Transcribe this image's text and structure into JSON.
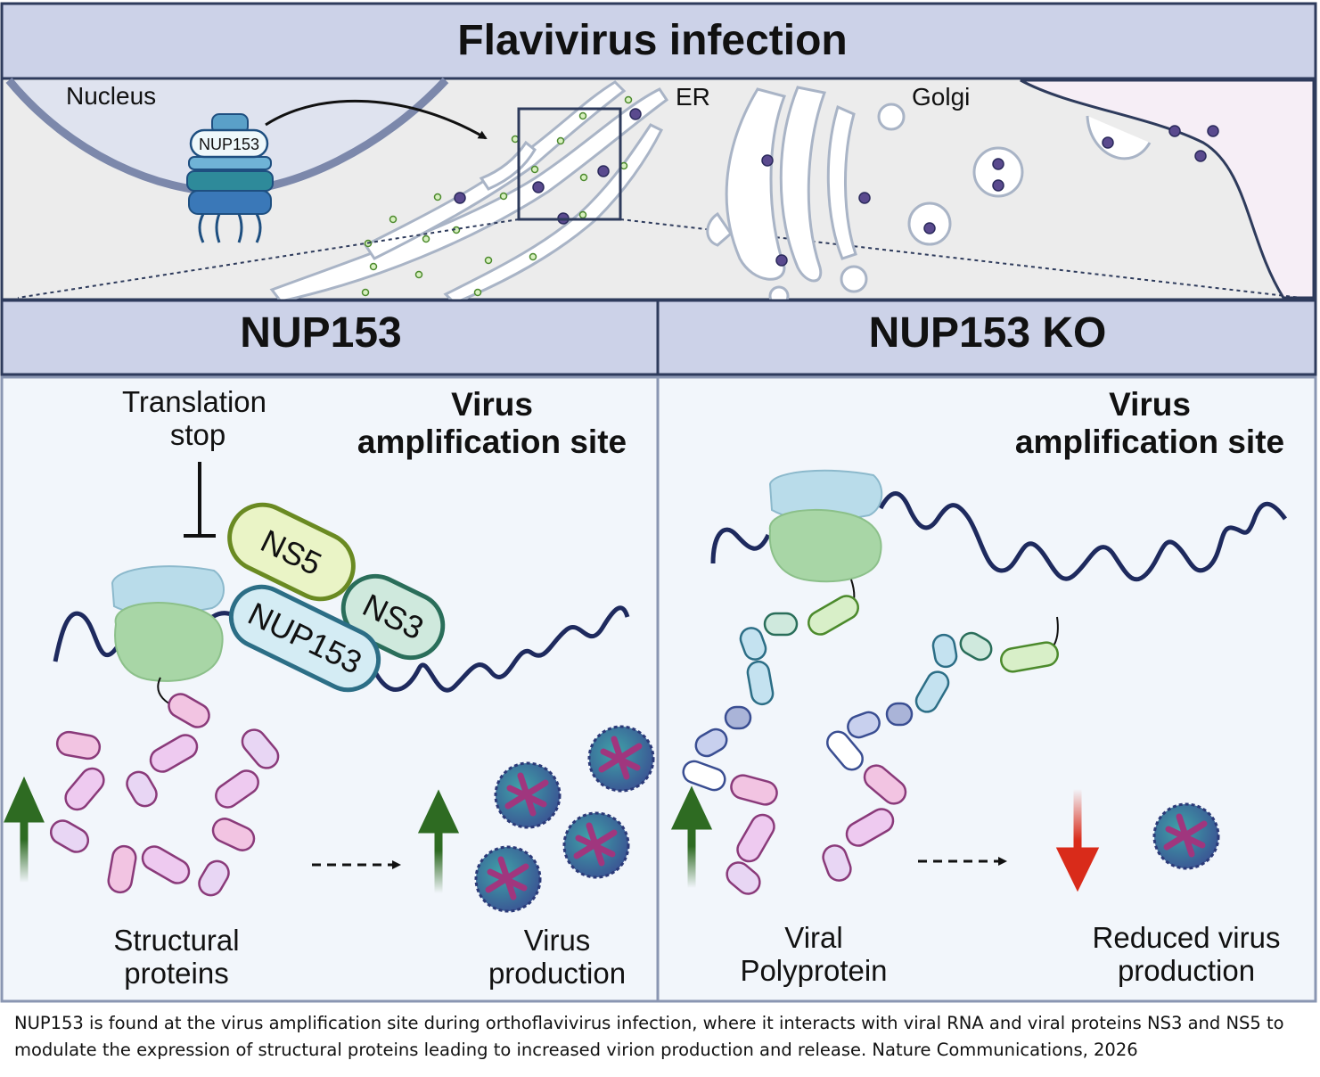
{
  "title": "Flavivirus infection",
  "cell": {
    "nucleus_label": "Nucleus",
    "pore_label": "NUP153",
    "er_label": "ER",
    "golgi_label": "Golgi"
  },
  "left_panel": {
    "header": "NUP153",
    "site_line1": "Virus",
    "site_line2": "amplification site",
    "inhibition_line1": "Translation",
    "inhibition_line2": "stop",
    "protein_ns5": "NS5",
    "protein_ns3": "NS3",
    "protein_nup153": "NUP153",
    "structural_line1": "Structural",
    "structural_line2": "proteins",
    "production_line1": "Virus",
    "production_line2": "production"
  },
  "right_panel": {
    "header": "NUP153 KO",
    "site_line1": "Virus",
    "site_line2": "amplification site",
    "polyprotein_line1": "Viral",
    "polyprotein_line2": "Polyprotein",
    "production_line1": "Reduced virus",
    "production_line2": "production"
  },
  "caption": "NUP153 is found at the virus amplification site during orthoflavivirus infection, where it interacts with viral RNA and viral proteins NS3 and NS5 to modulate the expression of structural proteins leading to increased virion production and release. Nature Communications, 2026",
  "colors": {
    "header_fill": "#ccd2e8",
    "border": "#2e3b5c",
    "cytoplasm": "#ececec",
    "panel_fill": "#f2f6fb",
    "rna": "#1e2a5e",
    "up_arrow": "#2e6b22",
    "down_arrow": "#d92b1a",
    "ns5": "#eaf4c6",
    "ns3": "#cfe9dd",
    "nup153_protein": "#d4ecf4"
  }
}
